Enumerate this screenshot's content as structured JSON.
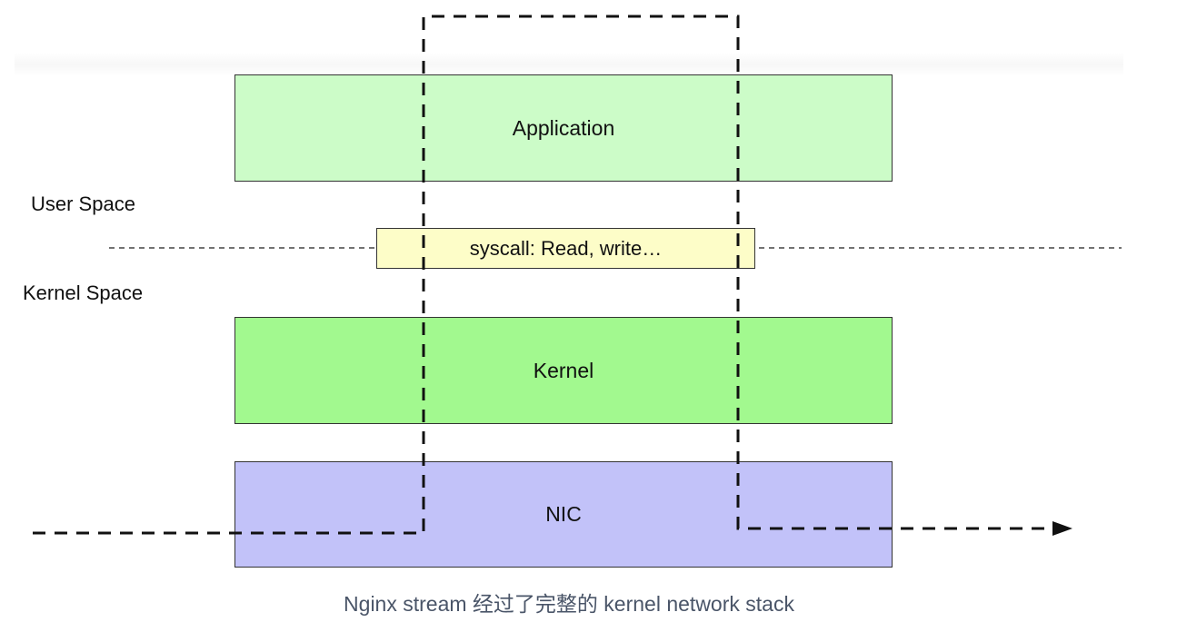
{
  "diagram": {
    "boxes": {
      "application": "Application",
      "syscall": "syscall: Read, write…",
      "kernel": "Kernel",
      "nic": "NIC"
    },
    "space_labels": {
      "user": "User Space",
      "kernel": "Kernel Space"
    },
    "caption": "Nginx stream 经过了完整的 kernel network stack",
    "colors": {
      "application_fill": "#ccfcc8",
      "syscall_fill": "#fdfdc8",
      "kernel_fill": "#a2f98f",
      "nic_fill": "#c2c2f9",
      "caption_text": "#4a5568"
    }
  }
}
